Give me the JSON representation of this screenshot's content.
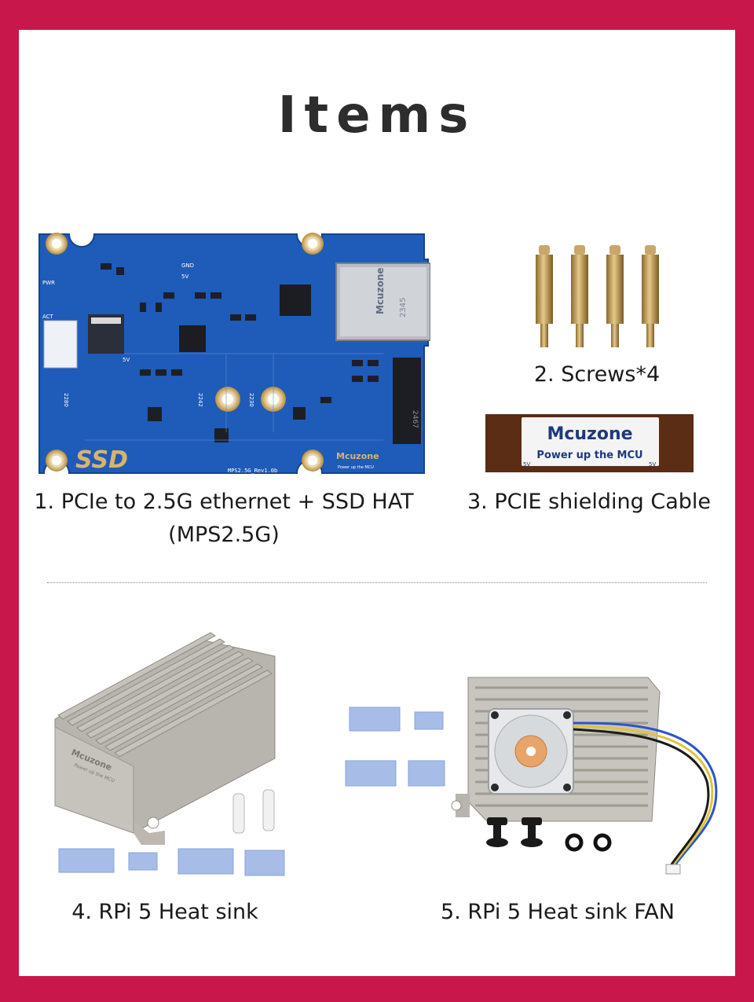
{
  "title": "Items",
  "colors": {
    "frame": "#c8174a",
    "panel": "#ffffff",
    "pcb": "#1e5ab8",
    "pad": "#c9a25a"
  },
  "items": [
    {
      "caption_line1": "1. PCIe to 2.5G ethernet + SSD HAT",
      "caption_line2": "(MPS2.5G)",
      "board_silk_ssd": "SSD",
      "board_silk_rev": "MPS2.5G_Rev1.0b",
      "board_silk_brand": "Mcuzone",
      "board_silk_brand_sub": "Power up the MCU",
      "board_silk_gnd": "GND",
      "board_silk_5v": "5V",
      "board_silk_pwr": "PWR",
      "board_silk_act": "ACT",
      "board_silk_2242": "2242",
      "board_silk_2230": "2230",
      "board_silk_2280": "2280",
      "board_silk_5v_b": "5V",
      "rj45_brand": "Mcuzone",
      "rj45_code": "2345",
      "m2_code": "2467"
    },
    {
      "caption": "2. Screws*4"
    },
    {
      "caption": "3. PCIE shielding Cable",
      "cable_brand": "Mcuzone",
      "cable_slogan": "Power up the MCU",
      "cable_5v_left": "5V",
      "cable_5v_right": "5V"
    },
    {
      "caption": "4. RPi 5 Heat sink",
      "heatsink_brand": "Mcuzone",
      "heatsink_slogan": "Power up the MCU"
    },
    {
      "caption": "5. RPi 5 Heat sink FAN"
    }
  ]
}
